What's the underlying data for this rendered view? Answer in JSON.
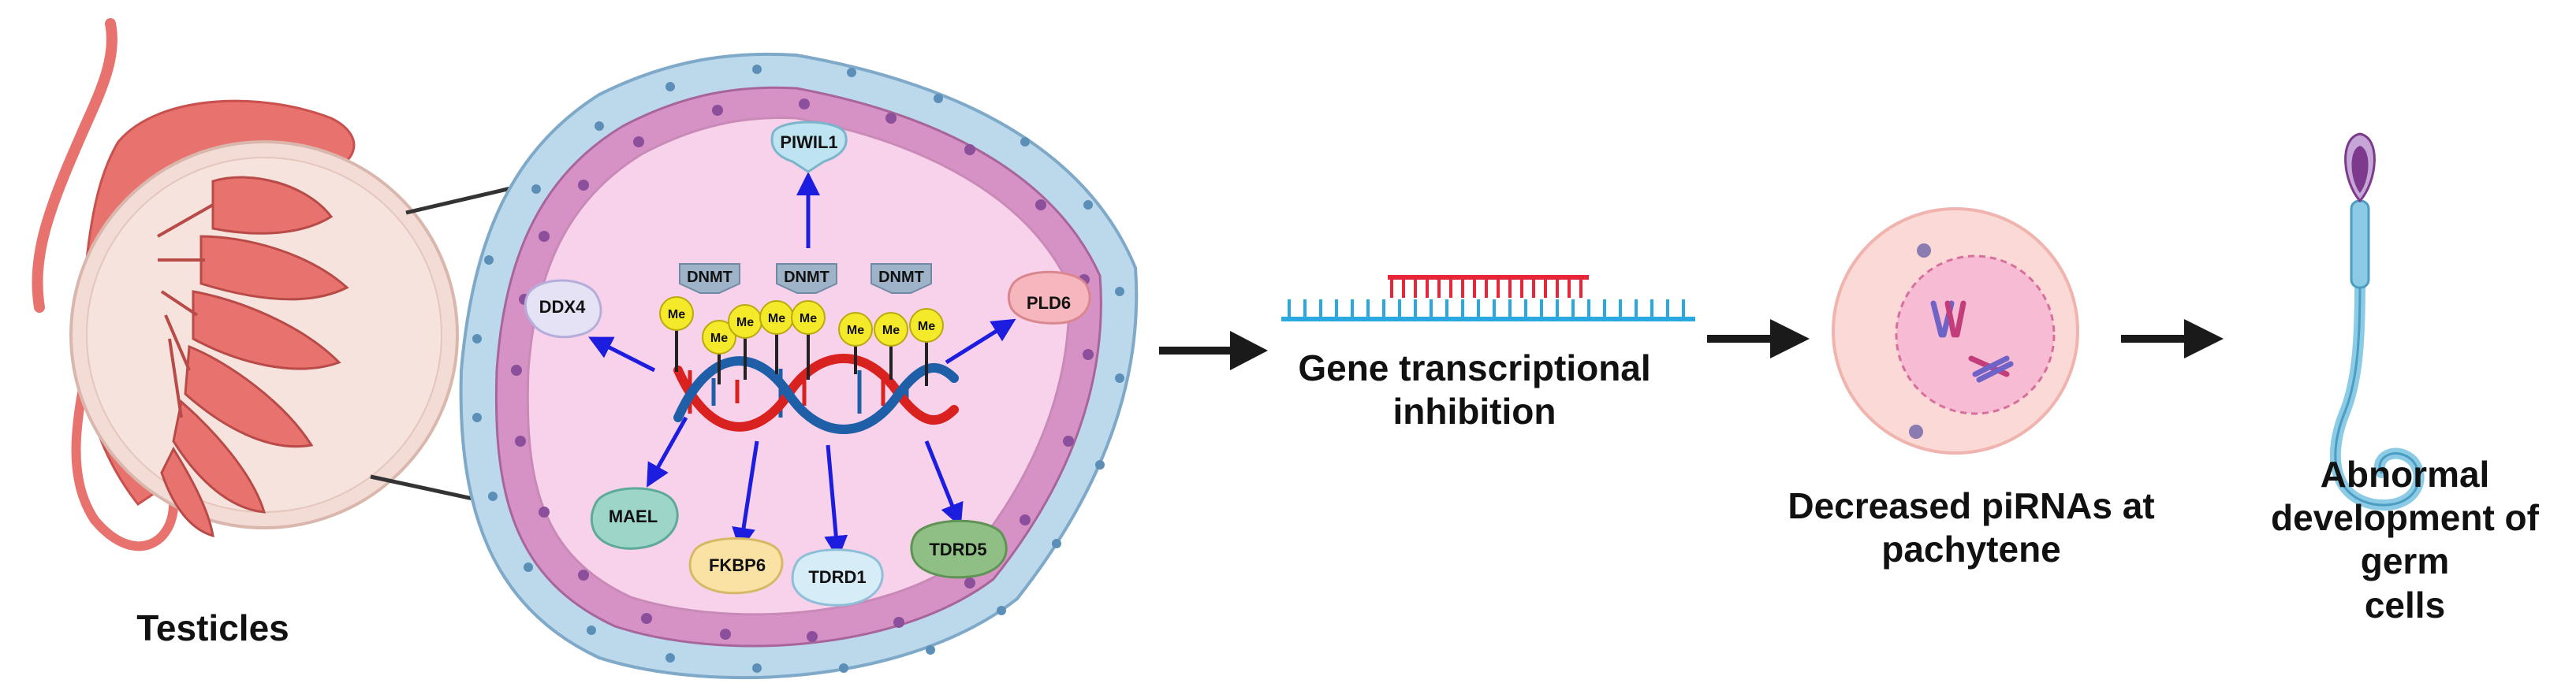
{
  "captions": {
    "testicles": "Testicles",
    "gene_line1": "Gene transcriptional",
    "gene_line2": "inhibition",
    "pirna_line1": "Decreased piRNAs at",
    "pirna_line2": "pachytene",
    "abnormal_line1": "Abnormal",
    "abnormal_line2": "development of germ",
    "abnormal_line3": "cells"
  },
  "enzymes": {
    "dnmt1": "DNMT",
    "dnmt2": "DNMT",
    "dnmt3": "DNMT"
  },
  "methyl_label": "Me",
  "targets": {
    "piwil1": "PIWIL1",
    "ddx4": "DDX4",
    "pld6": "PLD6",
    "mael": "MAEL",
    "fkbp6": "FKBP6",
    "tdrd1": "TDRD1",
    "tdrd5": "TDRD5"
  },
  "colors": {
    "testis_body": "#e8736e",
    "tunica": "#f3dcd6",
    "tubule_outer": "#bcd9ec",
    "tubule_mid": "#d692c4",
    "tubule_inner": "#f8d2ea",
    "arrow_blue": "#1d1de0",
    "arrow_black": "#1a1a1a",
    "dna_red": "#d9211f",
    "dna_blue": "#1e5fa8",
    "methyl_yellow": "#f5ea29",
    "rna_red": "#e8263a",
    "dna_strand_blue": "#2aa9e0",
    "sperm_blue": "#8ccbe6",
    "sperm_head": "#7d3a8c"
  }
}
